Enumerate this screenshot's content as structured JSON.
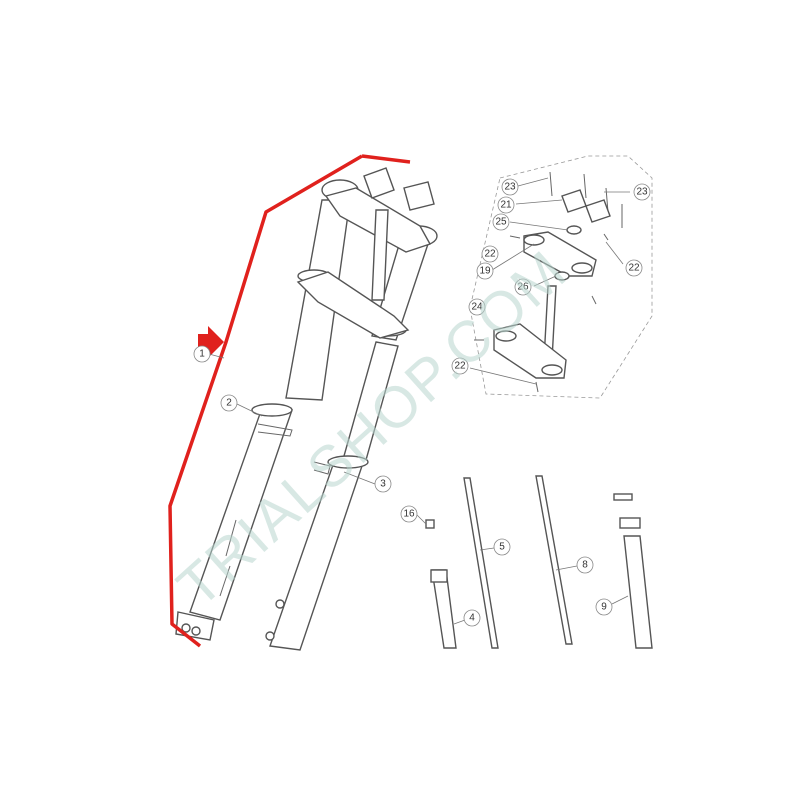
{
  "watermark": "TRIALSHOP.COM",
  "colors": {
    "highlight": "#e0211d",
    "line": "#555555",
    "watermark": "#b9d6cf"
  },
  "callouts": [
    {
      "id": "c1",
      "label": "1"
    },
    {
      "id": "c2",
      "label": "2"
    },
    {
      "id": "c3",
      "label": "3"
    },
    {
      "id": "c4",
      "label": "4"
    },
    {
      "id": "c5",
      "label": "5"
    },
    {
      "id": "c8",
      "label": "8"
    },
    {
      "id": "c9",
      "label": "9"
    },
    {
      "id": "c16",
      "label": "16"
    },
    {
      "id": "c19",
      "label": "19"
    },
    {
      "id": "c21",
      "label": "21"
    },
    {
      "id": "c22a",
      "label": "22"
    },
    {
      "id": "c22b",
      "label": "22"
    },
    {
      "id": "c22c",
      "label": "22"
    },
    {
      "id": "c23a",
      "label": "23"
    },
    {
      "id": "c23b",
      "label": "23"
    },
    {
      "id": "c24",
      "label": "24"
    },
    {
      "id": "c25",
      "label": "25"
    },
    {
      "id": "c26",
      "label": "26"
    }
  ]
}
